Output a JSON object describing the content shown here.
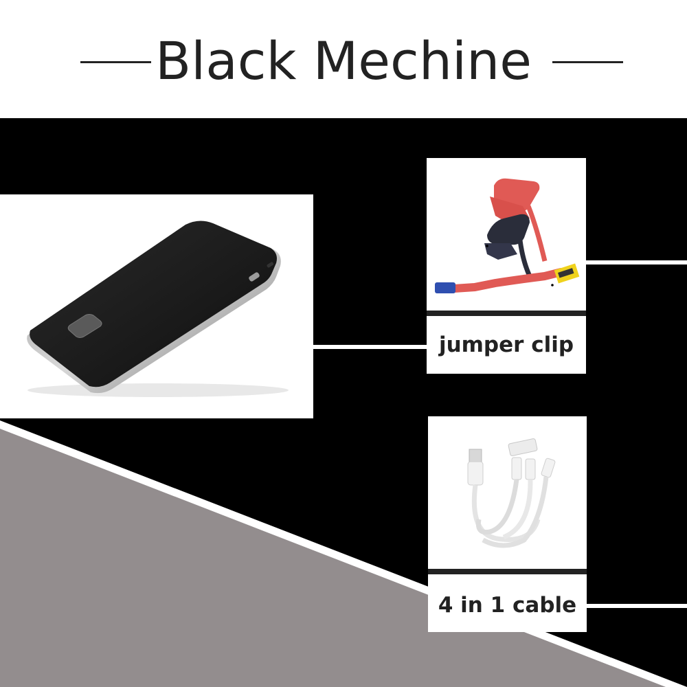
{
  "title": "Black Mechine",
  "colors": {
    "background_dark": "#000000",
    "diagonal_gray": "#938d8e",
    "panel_white": "#ffffff",
    "text": "#222222"
  },
  "products": [
    {
      "name": "power-bank",
      "caption": ""
    },
    {
      "name": "jumper-clip",
      "caption": "jumper clip"
    },
    {
      "name": "cable",
      "caption": "4 in 1 cable"
    }
  ]
}
